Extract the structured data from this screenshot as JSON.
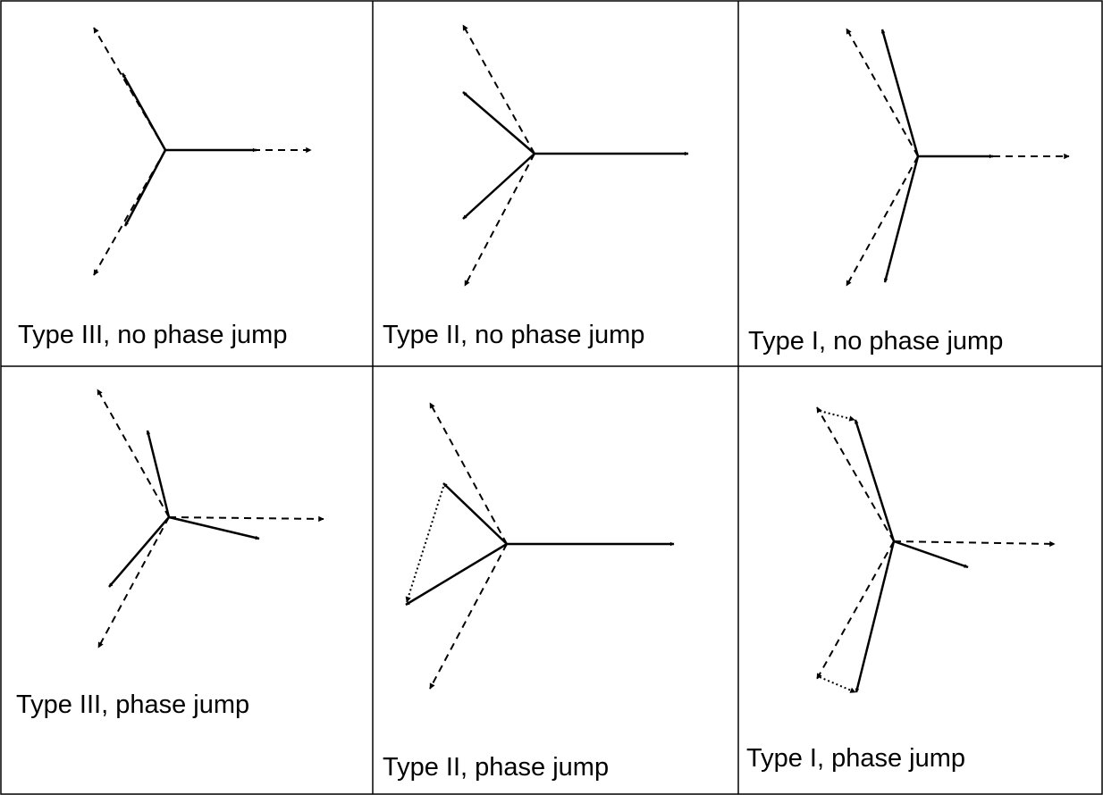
{
  "title": "",
  "cells": [
    {
      "label": "Type III, no phase jump"
    },
    {
      "label": "Type II, no phase jump"
    },
    {
      "label": "Type I, no phase jump"
    },
    {
      "label": "Type III, phase jump"
    },
    {
      "label": "Type II, phase jump"
    },
    {
      "label": "Type I, phase jump"
    }
  ],
  "colors": {
    "line": "#000000",
    "background": "#ffffff"
  }
}
